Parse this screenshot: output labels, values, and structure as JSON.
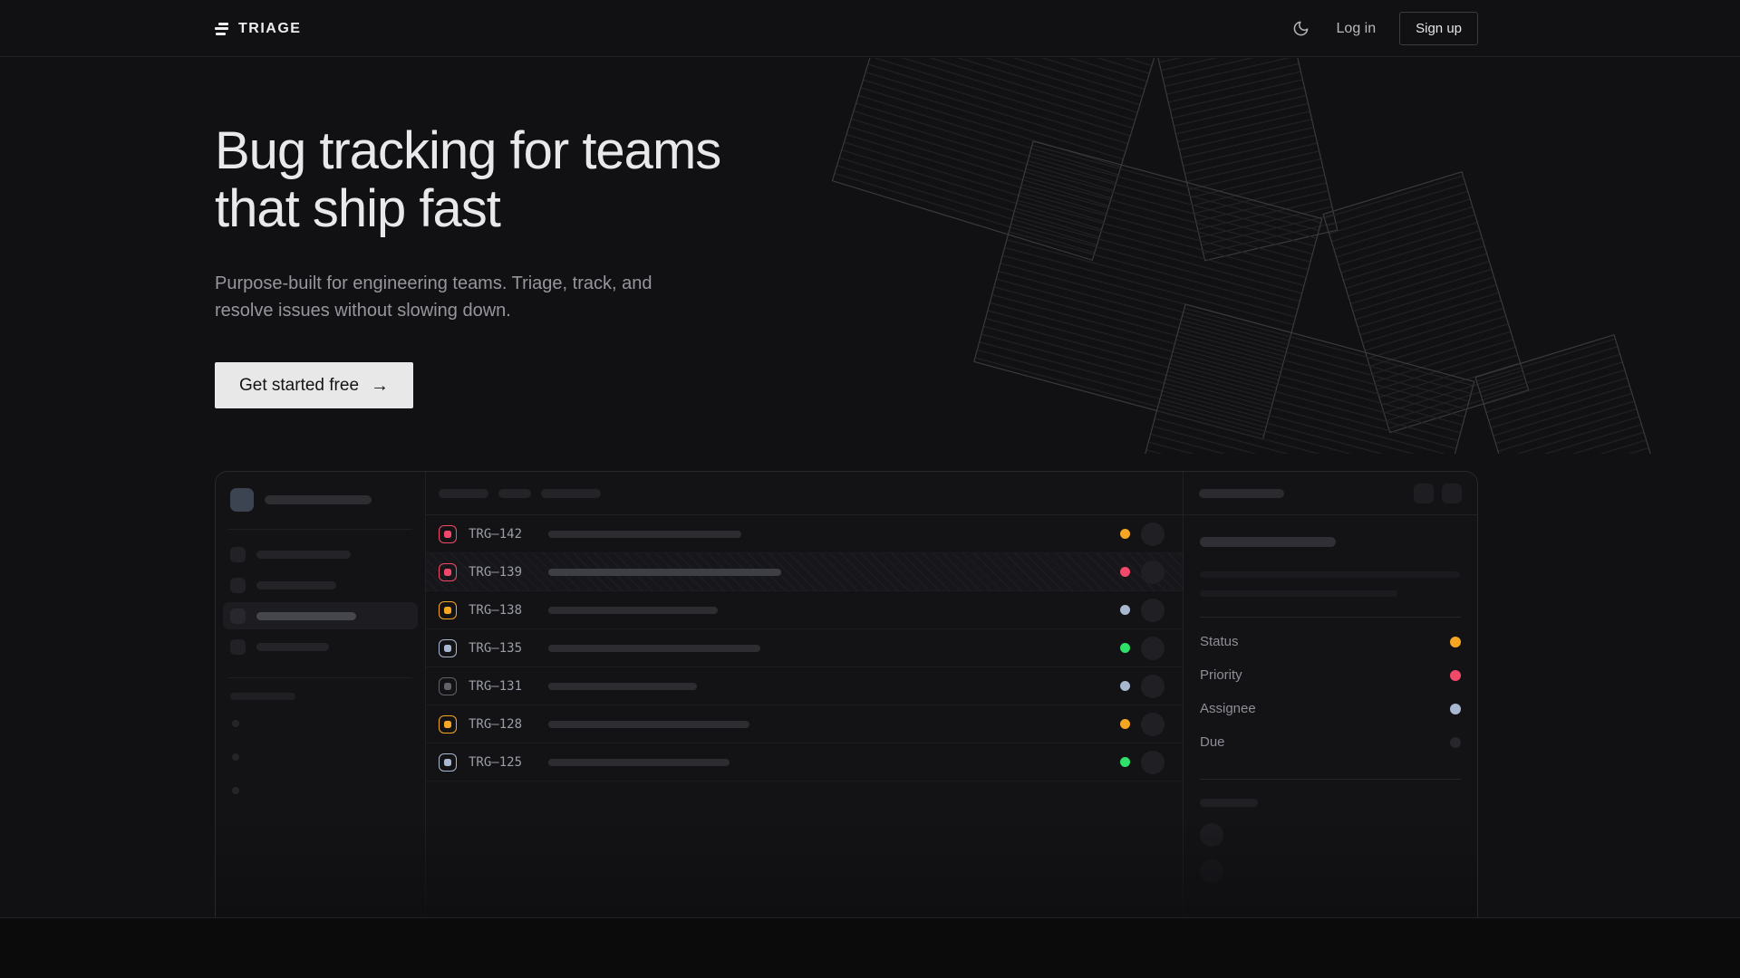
{
  "nav": {
    "brand": "TRIAGE",
    "login_label": "Log in",
    "signup_label": "Sign up"
  },
  "hero": {
    "title_line1": "Bug tracking for teams",
    "title_line2": "that ship fast",
    "subtitle": "Purpose-built for engineering teams. Triage, track, and\nresolve issues without slowing down.",
    "cta_label": "Get started free",
    "cta_arrow": "→"
  },
  "colors": {
    "amber": "#f5a623",
    "pink": "#f2496b",
    "green": "#2fe06a",
    "periwinkle": "#a9b8d1",
    "gray": "#62626a",
    "muted": "#26262b"
  },
  "app_preview": {
    "issues": [
      {
        "id": "TRG–142",
        "icon": "pink",
        "status": "amber",
        "title_width": 213,
        "selected": false
      },
      {
        "id": "TRG–139",
        "icon": "pink",
        "status": "pink",
        "title_width": 257,
        "selected": true
      },
      {
        "id": "TRG–138",
        "icon": "amber",
        "status": "periwinkle",
        "title_width": 187,
        "selected": false
      },
      {
        "id": "TRG–135",
        "icon": "periwinkle",
        "status": "green",
        "title_width": 234,
        "selected": false
      },
      {
        "id": "TRG–131",
        "icon": "gray",
        "status": "periwinkle",
        "title_width": 164,
        "selected": false
      },
      {
        "id": "TRG–128",
        "icon": "amber",
        "status": "amber",
        "title_width": 222,
        "selected": false
      },
      {
        "id": "TRG–125",
        "icon": "periwinkle",
        "status": "green",
        "title_width": 200,
        "selected": false
      }
    ],
    "detail_fields": [
      {
        "label": "Status",
        "dot": "amber"
      },
      {
        "label": "Priority",
        "dot": "pink"
      },
      {
        "label": "Assignee",
        "dot": "periwinkle"
      },
      {
        "label": "Due",
        "dot": "muted"
      }
    ]
  }
}
